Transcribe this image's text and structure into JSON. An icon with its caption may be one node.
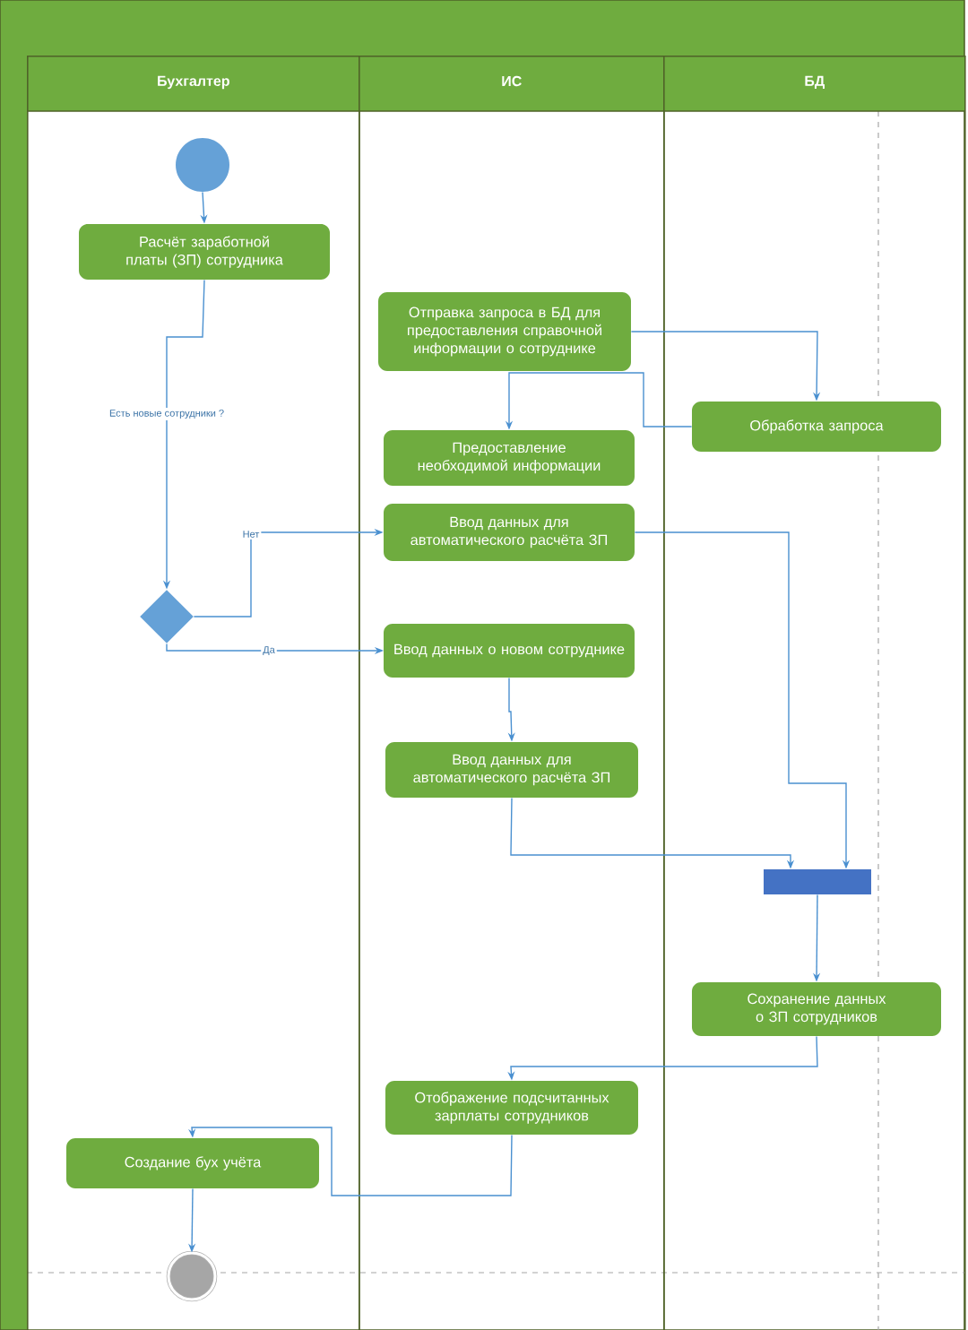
{
  "diagram": {
    "nodes": [
      {
        "text": [
          "Бухгалтер"
        ]
      },
      {
        "text": [
          "ИС"
        ]
      },
      {
        "text": [
          "БД"
        ]
      },
      {
        "text": [],
        "shape": "circle",
        "in": 0
      },
      {
        "text": [
          "Расчёт заработной платы (ЗП) сотрудника"
        ],
        "in": 0
      },
      {
        "text": [
          "Отправка запроса в БД для предоставления справочной информации о сотруднике"
        ],
        "in": 1
      },
      {
        "text": [
          "Обработка запроса"
        ],
        "in": 2
      },
      {
        "text": [
          "Предоставление необходимой информации"
        ],
        "in": 1
      },
      {
        "text": [
          "Ввод данных для автоматического расчёта ЗП"
        ],
        "in": 1
      },
      {
        "text": [],
        "shape": "diamond",
        "in": 0
      },
      {
        "text": [
          "Ввод данных о новом сотруднике"
        ],
        "in": 1
      },
      {
        "text": [
          "Ввод данных для автоматического расчёта ЗП"
        ],
        "in": 1
      },
      {
        "text": [],
        "shape": "bar",
        "in": 2
      },
      {
        "text": [
          "Сохранение данных о ЗП сотрудников"
        ],
        "in": 2
      },
      {
        "text": [
          "Отображение подсчитанных зарплаты сотрудников"
        ],
        "in": 1
      },
      {
        "text": [
          "Создание бух учёта"
        ],
        "in": 0
      },
      {
        "text": [],
        "shape": "circle",
        "in": 0
      }
    ],
    "edges": [
      {
        "from": 3,
        "to": 4,
        "arrow": "to"
      },
      {
        "from": 4,
        "to": 9,
        "arrow": "to",
        "label": "Есть новые сотрудники ?"
      },
      {
        "from": 5,
        "to": 6,
        "arrow": "to"
      },
      {
        "from": 6,
        "to": 7,
        "arrow": "to"
      },
      {
        "from": 9,
        "to": 8,
        "arrow": "to",
        "label": "Нет"
      },
      {
        "from": 9,
        "to": 10,
        "arrow": "to",
        "label": "Да"
      },
      {
        "from": 10,
        "to": 11,
        "arrow": "to"
      },
      {
        "from": 8,
        "to": 12,
        "arrow": "to"
      },
      {
        "from": 11,
        "to": 12,
        "arrow": "to"
      },
      {
        "from": 12,
        "to": 13,
        "arrow": "to"
      },
      {
        "from": 13,
        "to": 14,
        "arrow": "to"
      },
      {
        "from": 14,
        "to": 15,
        "arrow": "to"
      },
      {
        "from": 15,
        "to": 16,
        "arrow": "to"
      }
    ]
  }
}
